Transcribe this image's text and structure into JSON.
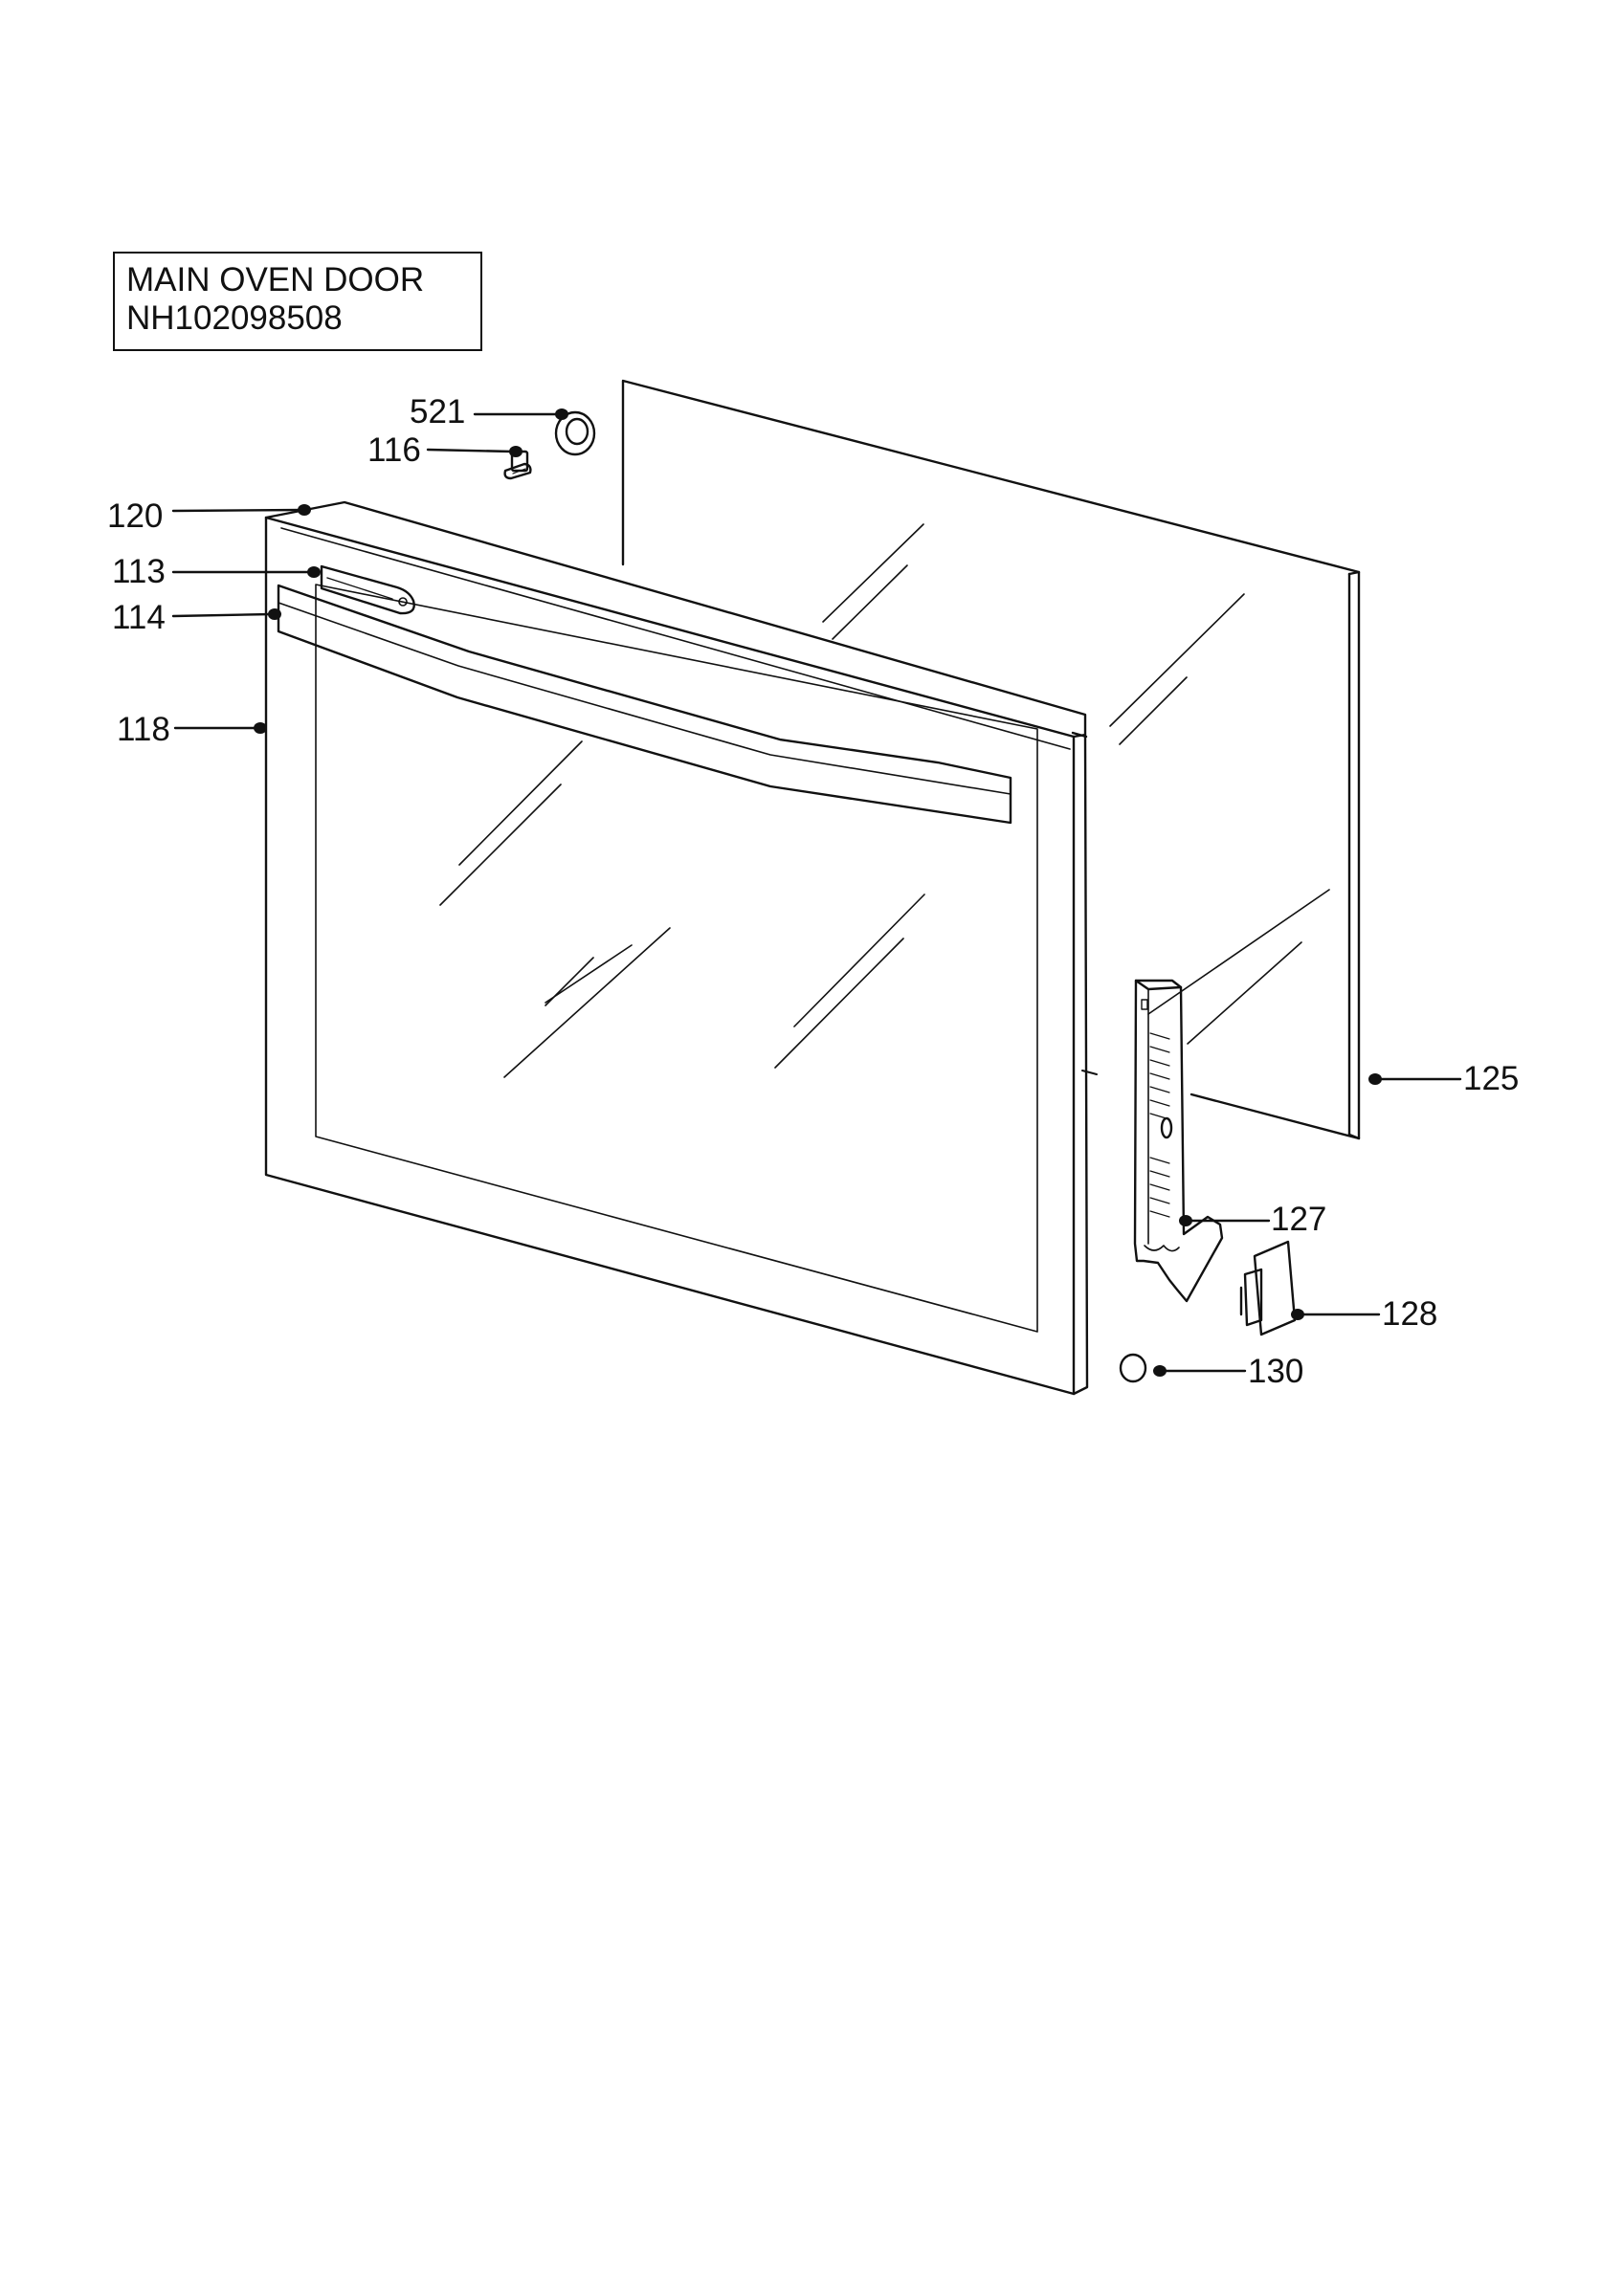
{
  "title_box": {
    "line1": "MAIN OVEN DOOR",
    "line2": "NH102098508"
  },
  "callouts": {
    "c521": "521",
    "c116": "116",
    "c120": "120",
    "c113": "113",
    "c114": "114",
    "c118": "118",
    "c125": "125",
    "c127": "127",
    "c128": "128",
    "c130": "130"
  },
  "colors": {
    "line": "#111111",
    "background": "#ffffff"
  }
}
